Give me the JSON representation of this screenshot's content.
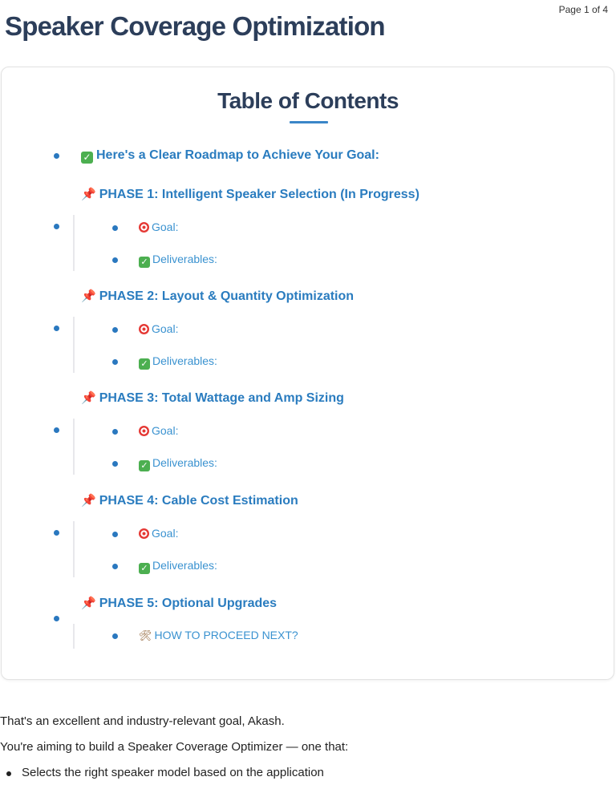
{
  "page_indicator": "Page 1 of 4",
  "document_title": "Speaker Coverage Optimization",
  "toc": {
    "title": "Table of Contents",
    "items": [
      {
        "icon": "check-icon",
        "label": "Here's a Clear Roadmap to Achieve Your Goal:"
      },
      {
        "icon": "pushpin-icon",
        "label": "PHASE 1: Intelligent Speaker Selection (In Progress)",
        "children": [
          {
            "icon": "target-icon",
            "label": "Goal:"
          },
          {
            "icon": "check-icon",
            "label": "Deliverables:"
          }
        ]
      },
      {
        "icon": "pushpin-icon",
        "label": "PHASE 2: Layout & Quantity Optimization",
        "children": [
          {
            "icon": "target-icon",
            "label": "Goal:"
          },
          {
            "icon": "check-icon",
            "label": "Deliverables:"
          }
        ]
      },
      {
        "icon": "pushpin-icon",
        "label": "PHASE 3: Total Wattage and Amp Sizing",
        "children": [
          {
            "icon": "target-icon",
            "label": "Goal:"
          },
          {
            "icon": "check-icon",
            "label": "Deliverables:"
          }
        ]
      },
      {
        "icon": "pushpin-icon",
        "label": "PHASE 4: Cable Cost Estimation",
        "children": [
          {
            "icon": "target-icon",
            "label": "Goal:"
          },
          {
            "icon": "check-icon",
            "label": "Deliverables:"
          }
        ]
      },
      {
        "icon": "pushpin-icon",
        "label": "PHASE 5: Optional Upgrades",
        "children": [
          {
            "icon": "tools-icon",
            "label": "HOW TO PROCEED NEXT?"
          }
        ]
      }
    ]
  },
  "body": {
    "paragraphs": [
      "That's an excellent and industry-relevant goal, Akash.",
      "You're aiming to build a Speaker Coverage Optimizer — one that:"
    ],
    "bullets": [
      "Selects the right speaker model based on the application"
    ]
  },
  "colors": {
    "title": "#2c3e5a",
    "link": "#2a7cbf",
    "sublink": "#3a92d0",
    "accent_underline": "#3a86c8"
  }
}
